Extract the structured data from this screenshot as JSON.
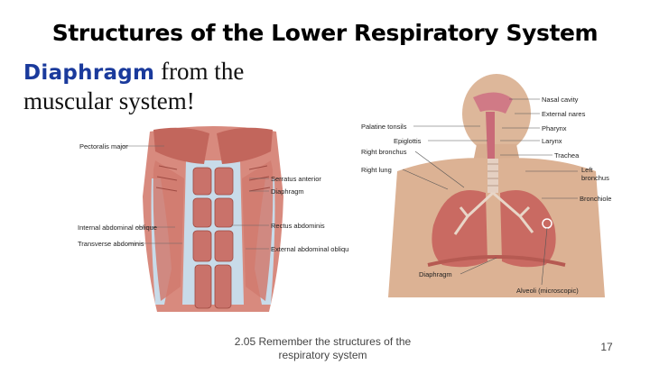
{
  "slide": {
    "title": "Structures of the Lower Respiratory System",
    "subtitle_keyword": "Diaphragm",
    "subtitle_line1_rest": " from the",
    "subtitle_line2": "muscular system!",
    "footer_line1": "2.05 Remember the structures of the",
    "footer_line2": "respiratory system",
    "page_number": "17"
  },
  "muscle_figure": {
    "labels": {
      "pectoralis": "Pectoralis major",
      "serratus": "Serratus anterior",
      "diaphragm": "Diaphragm",
      "internal_oblique": "Internal abdominal oblique",
      "rectus": "Rectus abdominis",
      "transverse": "Transverse abdominis",
      "external_oblique": "External abdominal oblique"
    }
  },
  "respiratory_figure": {
    "labels": {
      "nasal_cavity": "Nasal cavity",
      "external_nares": "External nares",
      "palatine_tonsils": "Palatine tonsils",
      "pharynx": "Pharynx",
      "epiglottis": "Epiglottis",
      "larynx": "Larynx",
      "right_bronchus": "Right bronchus",
      "trachea": "Trachea",
      "right_lung": "Right lung",
      "left_bronchus_1": "Left",
      "left_bronchus_2": "bronchus",
      "bronchiole": "Bronchiole",
      "diaphragm": "Diaphragm",
      "alveoli": "Alveoli (microscopic)"
    }
  },
  "colors": {
    "keyword": "#1a3a9c",
    "muscle": "#c9726a",
    "fascia": "#c8dbe9",
    "skin": "#ddb79a",
    "lung": "#c96a62"
  }
}
